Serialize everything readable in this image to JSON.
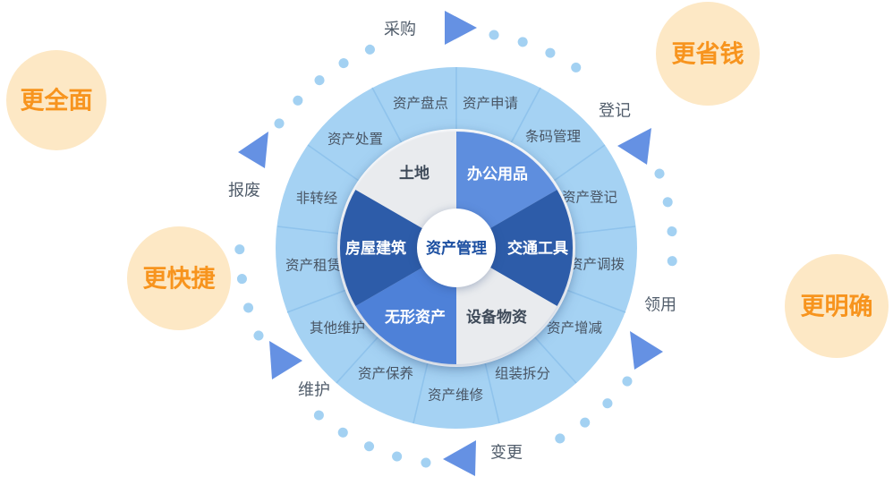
{
  "center": {
    "label": "资产管理"
  },
  "wheel": {
    "sectors": [
      {
        "label": "办公用品",
        "color": "#5e8ede"
      },
      {
        "label": "交通工具",
        "color": "#2d5ca9"
      },
      {
        "label": "设备物资",
        "color": "#e9ebee"
      },
      {
        "label": "无形资产",
        "color": "#4e81d8"
      },
      {
        "label": "房屋建筑",
        "color": "#2d5ca9"
      },
      {
        "label": "土地",
        "color": "#e9ebee"
      }
    ]
  },
  "ring": {
    "labels": [
      "资产申请",
      "条码管理",
      "资产登记",
      "资产调拨",
      "资产增减",
      "组装拆分",
      "资产维修",
      "资产保养",
      "其他维护",
      "资产租赁",
      "非转经",
      "资产处置",
      "资产盘点"
    ]
  },
  "lifecycle": {
    "steps": [
      "采购",
      "登记",
      "领用",
      "变更",
      "维护",
      "报废"
    ]
  },
  "badges": [
    "更全面",
    "更省钱",
    "更快捷",
    "更明确"
  ],
  "colors": {
    "ring": "#a5d2f3",
    "ring_divider": "#8fc3ec",
    "dots": "#a3d1f2",
    "arrow": "#6591e3",
    "badge_bg": "#fde8c5",
    "badge_text": "#f7941e",
    "center_text": "#1c4fa1",
    "ring_label_text": "#495564",
    "cycle_label_text": "#515d6b",
    "white": "#ffffff"
  }
}
